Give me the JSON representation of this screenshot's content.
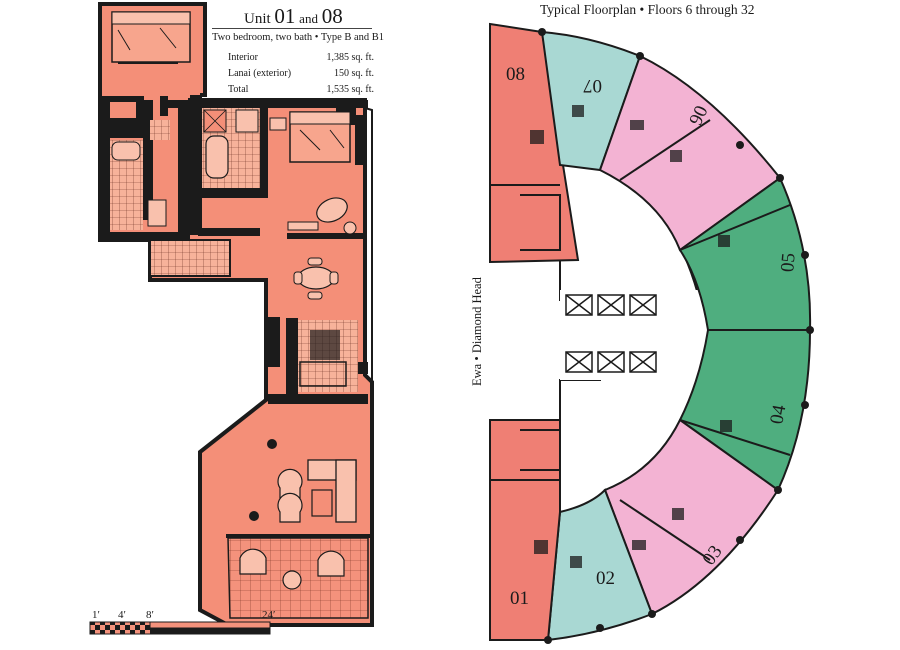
{
  "unit_plan": {
    "unit_word": "Unit",
    "unit_a": "01",
    "and_word": "and",
    "unit_b": "08",
    "subtitle": "Two bedroom, two bath • Type B and B1",
    "areas": [
      {
        "label": "Interior",
        "value": "1,385 sq. ft."
      },
      {
        "label": "Lanai (exterior)",
        "value": "150 sq. ft."
      },
      {
        "label": "Total",
        "value": "1,535 sq. ft."
      }
    ]
  },
  "scale_bar": {
    "labels": [
      "1′",
      "4′",
      "8′",
      "24′"
    ]
  },
  "typical_plan": {
    "title": "Typical Floorplan • Floors 6 through 32",
    "orientation": "Ewa • Diamond Head",
    "units": [
      {
        "id": "unit-08",
        "label": "08",
        "color": "#ef7f74"
      },
      {
        "id": "unit-07",
        "label": "07",
        "color": "#a9d8d3"
      },
      {
        "id": "unit-06",
        "label": "06",
        "color": "#f3b3d3"
      },
      {
        "id": "unit-05",
        "label": "05",
        "color": "#4fae7f"
      },
      {
        "id": "unit-04",
        "label": "04",
        "color": "#4fae7f"
      },
      {
        "id": "unit-03",
        "label": "03",
        "color": "#f3b3d3"
      },
      {
        "id": "unit-02",
        "label": "02",
        "color": "#a9d8d3"
      },
      {
        "id": "unit-01",
        "label": "01",
        "color": "#ef7f74"
      }
    ]
  },
  "colors": {
    "unit_fill": "#f48f78",
    "wall": "#1b1b1b",
    "tile": "#f7b39c"
  }
}
